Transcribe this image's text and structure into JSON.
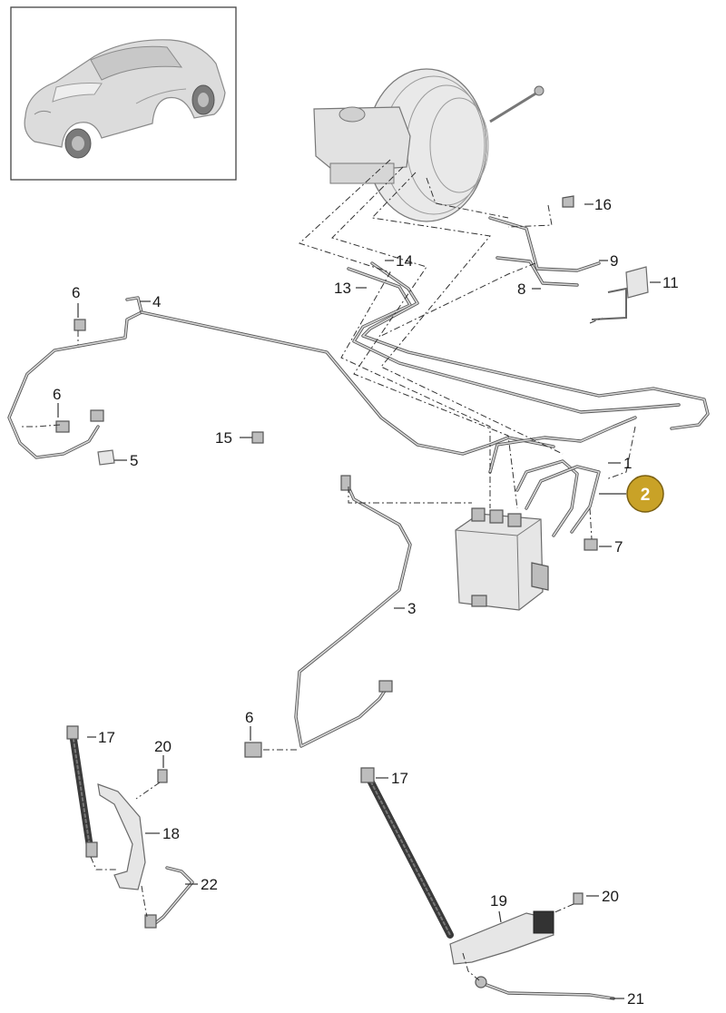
{
  "callouts": [
    {
      "id": "c1",
      "text": "1"
    },
    {
      "id": "c2",
      "text": "2"
    },
    {
      "id": "c3",
      "text": "3"
    },
    {
      "id": "c4",
      "text": "4"
    },
    {
      "id": "c5",
      "text": "5"
    },
    {
      "id": "c6a",
      "text": "6"
    },
    {
      "id": "c6b",
      "text": "6"
    },
    {
      "id": "c6c",
      "text": "6"
    },
    {
      "id": "c7",
      "text": "7"
    },
    {
      "id": "c8",
      "text": "8"
    },
    {
      "id": "c9",
      "text": "9"
    },
    {
      "id": "c11",
      "text": "11"
    },
    {
      "id": "c13",
      "text": "13"
    },
    {
      "id": "c14",
      "text": "14"
    },
    {
      "id": "c15",
      "text": "15"
    },
    {
      "id": "c16",
      "text": "16"
    },
    {
      "id": "c17a",
      "text": "17"
    },
    {
      "id": "c17b",
      "text": "17"
    },
    {
      "id": "c18",
      "text": "18"
    },
    {
      "id": "c19",
      "text": "19"
    },
    {
      "id": "c20a",
      "text": "20"
    },
    {
      "id": "c20b",
      "text": "20"
    },
    {
      "id": "c21",
      "text": "21"
    },
    {
      "id": "c22",
      "text": "22"
    }
  ],
  "colors": {
    "badge_fill": "#c9a227",
    "badge_stroke": "#7a5f10",
    "line": "#333333",
    "part_fill": "#e6e6e6"
  },
  "icons": {
    "thumbnail": "car-thumbnail-icon"
  }
}
